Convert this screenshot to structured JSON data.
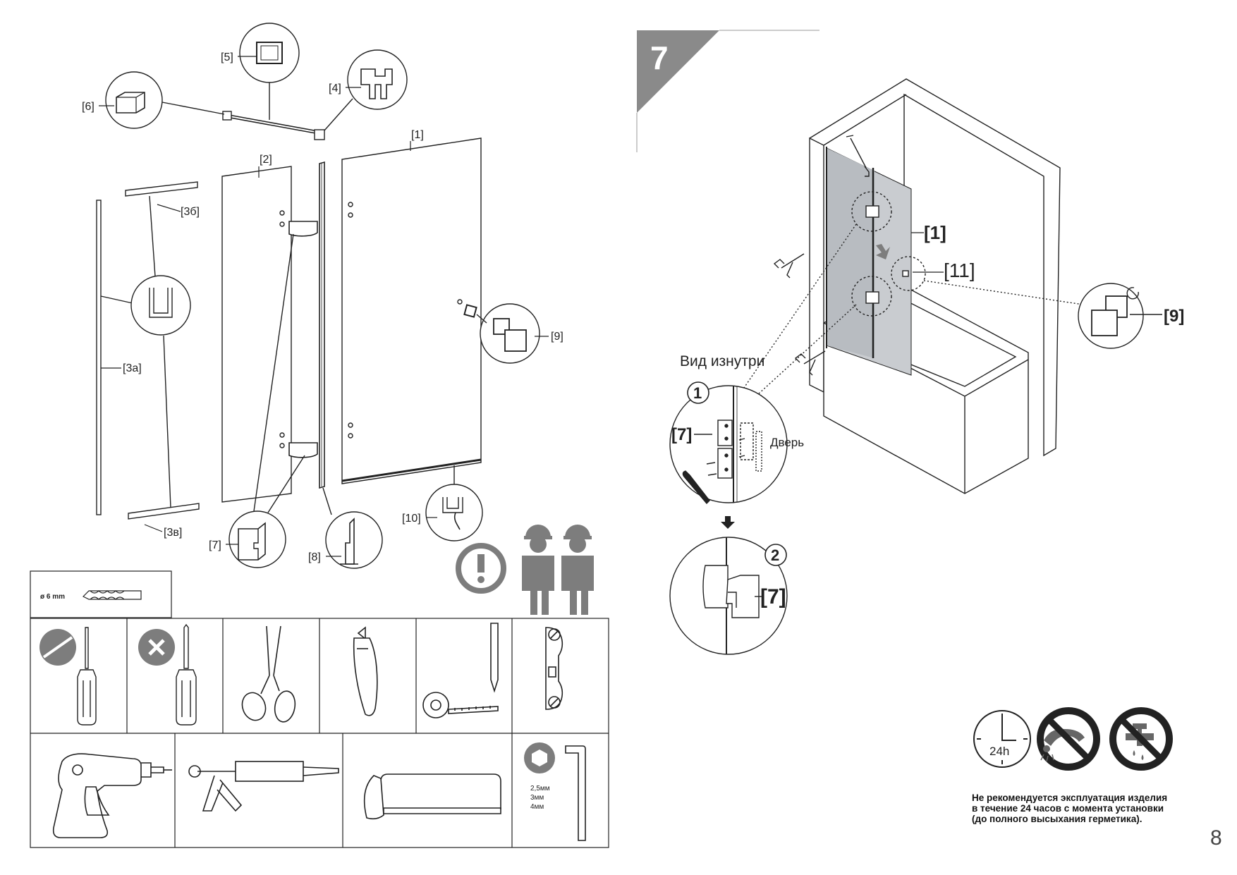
{
  "page_number": "8",
  "step": {
    "number": "7"
  },
  "left_labels": {
    "p1": "[1]",
    "p2": "[2]",
    "p3a": "[3а]",
    "p3b": "[3б]",
    "p3v": "[3в]",
    "p4": "[4]",
    "p5": "[5]",
    "p6": "[6]",
    "p7": "[7]",
    "p8": "[8]",
    "p9": "[9]",
    "p10": "[10]"
  },
  "drill_bit": {
    "label": "ø 6 mm"
  },
  "hex_keys": {
    "sizes": [
      "2,5мм",
      "3мм",
      "4мм"
    ]
  },
  "tools": [
    "flat-screwdriver",
    "phillips-screwdriver",
    "scissors",
    "utility-knife",
    "tape-measure-pencil",
    "level",
    "drill",
    "caulking-gun",
    "hacksaw",
    "hex-key"
  ],
  "right_labels": {
    "p1": "[1]",
    "p11": "[11]",
    "p9": "[9]",
    "p7a": "[7]",
    "p7b": "[7]",
    "inside_view": "Вид изнутри",
    "door": "Дверь",
    "sub1": "1",
    "sub2": "2"
  },
  "warning": {
    "time_label": "24h",
    "text_lines": [
      "Не рекомендуется эксплуатация изделия",
      "в течение 24 часов с момента установки",
      "(до полного высыхания герметика)."
    ]
  },
  "colors": {
    "line": "#222222",
    "step_badge": "#8a8a8a",
    "glass": "#c9ccd0",
    "icon_grey": "#7d7d7d"
  }
}
